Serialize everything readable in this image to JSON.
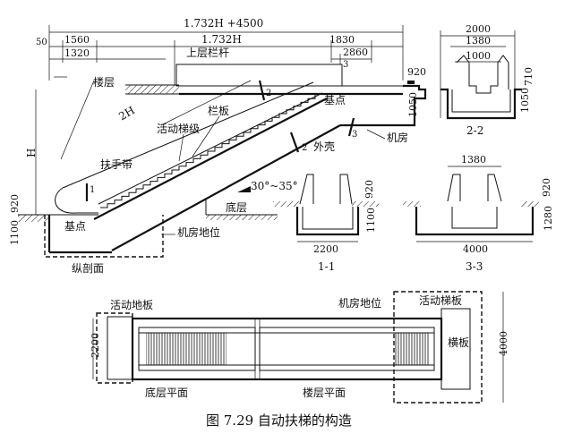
{
  "section_view": {
    "dim_top_total": "1.732H +4500",
    "dim_top_inner": "1.732H",
    "dim_50": "50",
    "dim_1560": "1560",
    "dim_1320": "1320",
    "dim_1830": "1830",
    "dim_2860": "2860",
    "dim_920_right": "920",
    "dim_1050": "1050",
    "dim_H": "H",
    "dim_2H": "2H",
    "dim_920_left": "920",
    "dim_1100_left": "1100",
    "label_upper_railing": "上层栏杆",
    "label_floor": "楼层",
    "label_railing_panel": "栏板",
    "label_steps": "活动梯级",
    "label_handrail": "扶手带",
    "label_base_point_top": "基点",
    "label_base_point_bottom": "基点",
    "label_shell": "外壳",
    "label_machine_room": "机房",
    "label_angle": "30°~35°",
    "label_ground_floor": "底层",
    "label_machine_room_pos": "机房地位",
    "label_section": "纵剖面",
    "mark_1": "1",
    "mark_2": "2",
    "mark_3": "3"
  },
  "section_2_2": {
    "dim_2000": "2000",
    "dim_1380": "1380",
    "dim_1000": "1000",
    "dim_710": "710",
    "dim_1050": "1050",
    "title": "2-2"
  },
  "section_1_1": {
    "dim_920": "920",
    "dim_1100": "1100",
    "dim_2200": "2200",
    "title": "1-1"
  },
  "section_3_3": {
    "dim_1380": "1380",
    "dim_920": "920",
    "dim_1280": "1280",
    "dim_4000": "4000",
    "title": "3-3"
  },
  "plan_view": {
    "label_moving_floor_left": "活动地板",
    "label_machine_room_pos": "机房地位",
    "label_moving_floor_right": "活动梯板",
    "label_cross_plate": "横板",
    "label_ground_plan": "底层平面",
    "label_floor_plan": "楼层平面",
    "dim_2200": "2200",
    "dim_4000": "4000"
  },
  "caption": "图 7.29  自动扶梯的构造"
}
